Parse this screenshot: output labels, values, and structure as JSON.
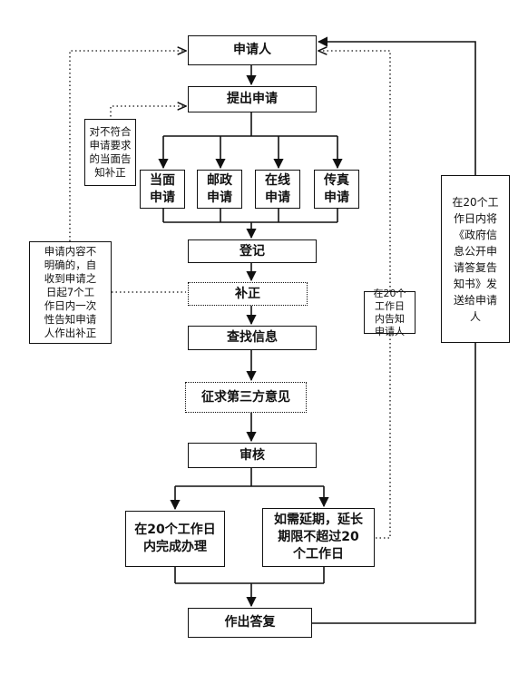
{
  "nodes": {
    "applicant": "申请人",
    "submit": "提出申请",
    "in_person": "当面\n申请",
    "by_post": "邮政\n申请",
    "online": "在线\n申请",
    "by_fax": "传真\n申请",
    "register": "登记",
    "supplement": "补正",
    "search_info": "查找信息",
    "third_party": "征求第三方意见",
    "review": "审核",
    "complete_20": "在20个工作日\n内完成办理",
    "extend": "如需延期，延长\n期限不超过20\n个工作日",
    "reply": "作出答复"
  },
  "notes": {
    "non_compliant": "对不符合\n申请要求\n的当面告\n知补正",
    "unclear": "申请内容不\n明确的，自\n收到申请之\n日起7个工\n作日内一次\n性告知申请\n人作出补正",
    "notify_20": "在20个\n工作日\n内告知\n申请人",
    "send_notice": "在20个工\n作日内将\n《政府信\n息公开申\n请答复告\n知书》发\n送给申请\n人"
  }
}
